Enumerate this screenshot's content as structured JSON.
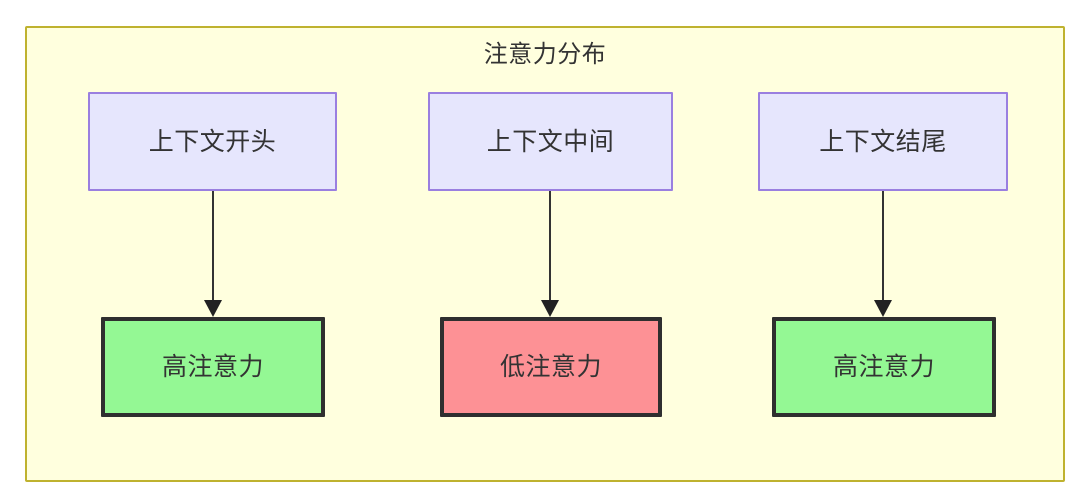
{
  "diagram": {
    "title": "注意力分布",
    "container": {
      "fill": "#ffffde",
      "border": "#bfb22f"
    },
    "context_nodes": [
      {
        "id": "ctx-start",
        "label": "上下文开头",
        "fill": "#e6e6fd",
        "border": "#9a7fe0"
      },
      {
        "id": "ctx-middle",
        "label": "上下文中间",
        "fill": "#e6e6fd",
        "border": "#9a7fe0"
      },
      {
        "id": "ctx-end",
        "label": "上下文结尾",
        "fill": "#e6e6fd",
        "border": "#9a7fe0"
      }
    ],
    "attention_nodes": [
      {
        "id": "att-high-start",
        "label": "高注意力",
        "fill": "#94f894",
        "border": "#2f2f2f"
      },
      {
        "id": "att-low-middle",
        "label": "低注意力",
        "fill": "#fd9195",
        "border": "#2f2f2f"
      },
      {
        "id": "att-high-end",
        "label": "高注意力",
        "fill": "#94f894",
        "border": "#2f2f2f"
      }
    ],
    "edges": [
      {
        "id": "edge-start",
        "from": "ctx-start",
        "to": "att-high-start",
        "label": ""
      },
      {
        "id": "edge-middle",
        "from": "ctx-middle",
        "to": "att-low-middle",
        "label": ""
      },
      {
        "id": "edge-end",
        "from": "ctx-end",
        "to": "att-high-end",
        "label": ""
      }
    ],
    "edge_style": {
      "color": "#333333",
      "width": 2,
      "arrowhead": "filled-triangle"
    }
  }
}
